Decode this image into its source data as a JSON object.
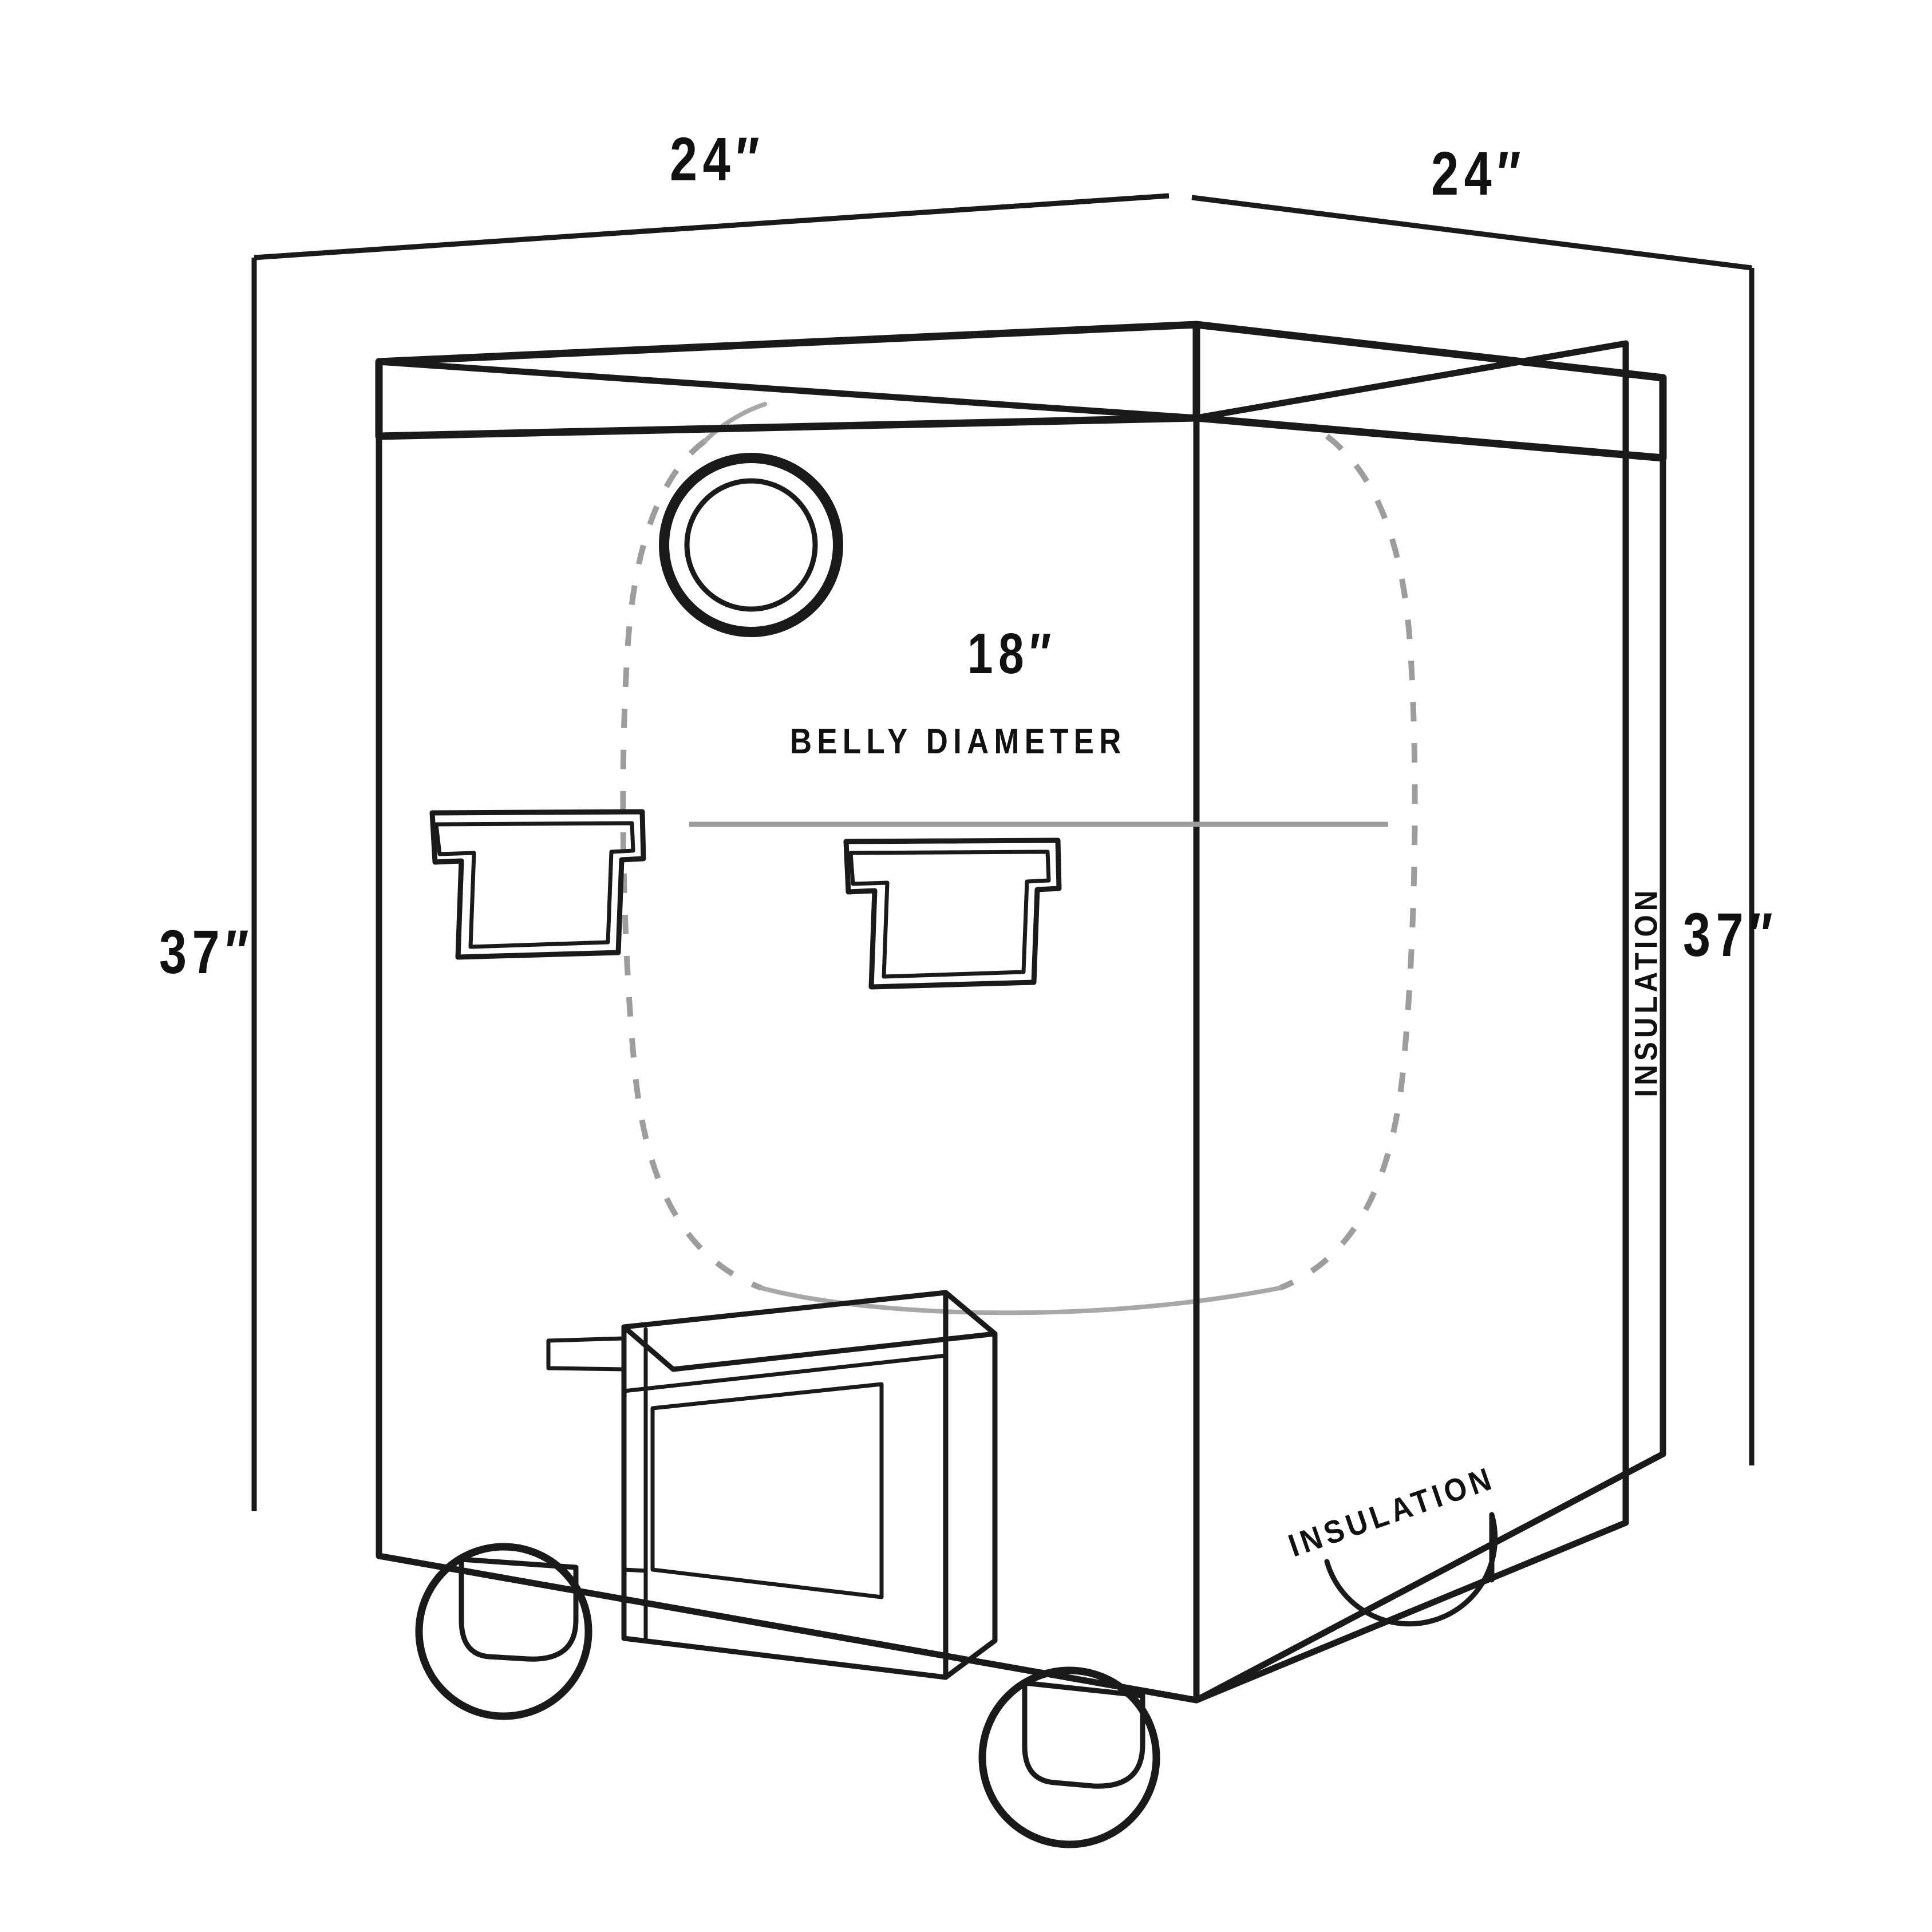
{
  "diagram": {
    "title": "Insulated Cabinet Smoker Dimension Diagram",
    "labels": {
      "width_front": "24″",
      "width_side": "24″",
      "height_left": "37″",
      "height_right": "37″",
      "belly_value": "18″",
      "belly_caption": "BELLY DIAMETER",
      "insulation_side": "INSULATION",
      "insulation_bottom": "INSULATION"
    },
    "colors": {
      "ink": "#1a1a1a",
      "hidden_line": "#9d9d9d",
      "background": "#ffffff"
    },
    "measurements": [
      {
        "name": "front-width",
        "value": "24″",
        "axis": "horizontal",
        "position": "top-left"
      },
      {
        "name": "side-width",
        "value": "24″",
        "axis": "horizontal",
        "position": "top-right"
      },
      {
        "name": "height-left",
        "value": "37″",
        "axis": "vertical",
        "position": "left"
      },
      {
        "name": "height-right",
        "value": "37″",
        "axis": "vertical",
        "position": "right"
      },
      {
        "name": "belly-diameter",
        "value": "18″",
        "axis": "horizontal",
        "position": "center"
      }
    ],
    "parts": [
      "cabinet-body",
      "lid-band",
      "thermometer-port",
      "front-handle",
      "side-handle",
      "firebox",
      "firebox-door",
      "firebox-latch",
      "caster-front-left",
      "caster-front-center",
      "caster-rear-right",
      "belly-hidden-outline",
      "belly-diameter-line"
    ]
  }
}
